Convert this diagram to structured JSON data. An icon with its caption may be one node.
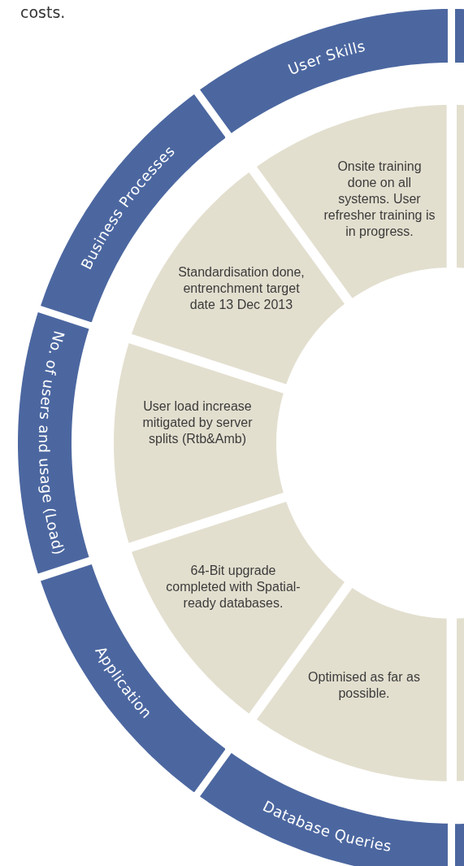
{
  "diagram": {
    "nodes": [
      {
        "text": [
          "User Skills"
        ]
      },
      {
        "text": [
          "Business Processes"
        ]
      },
      {
        "text": [
          "No. of users and usage (Load)"
        ]
      },
      {
        "text": [
          "Application"
        ]
      },
      {
        "text": [
          "Database Queries"
        ]
      },
      {
        "text": [
          "Onsite training done on all systems. User refresher training is in progress."
        ]
      },
      {
        "text": [
          "Standardisation done, entrenchment target date 13 Dec 2013"
        ]
      },
      {
        "text": [
          "User load increase mitigated by server splits (Rtb&Amb)"
        ]
      },
      {
        "text": [
          "64-Bit upgrade completed with Spatial-ready databases."
        ]
      },
      {
        "text": [
          "Optimised as far as possible."
        ]
      },
      {
        "text": [],
        "shape": "box"
      },
      {
        "text": [],
        "shape": "box"
      },
      {
        "text": [],
        "shape": "box"
      },
      {
        "text": [],
        "shape": "box"
      }
    ],
    "edges": [],
    "labels": [
      "costs."
    ]
  }
}
